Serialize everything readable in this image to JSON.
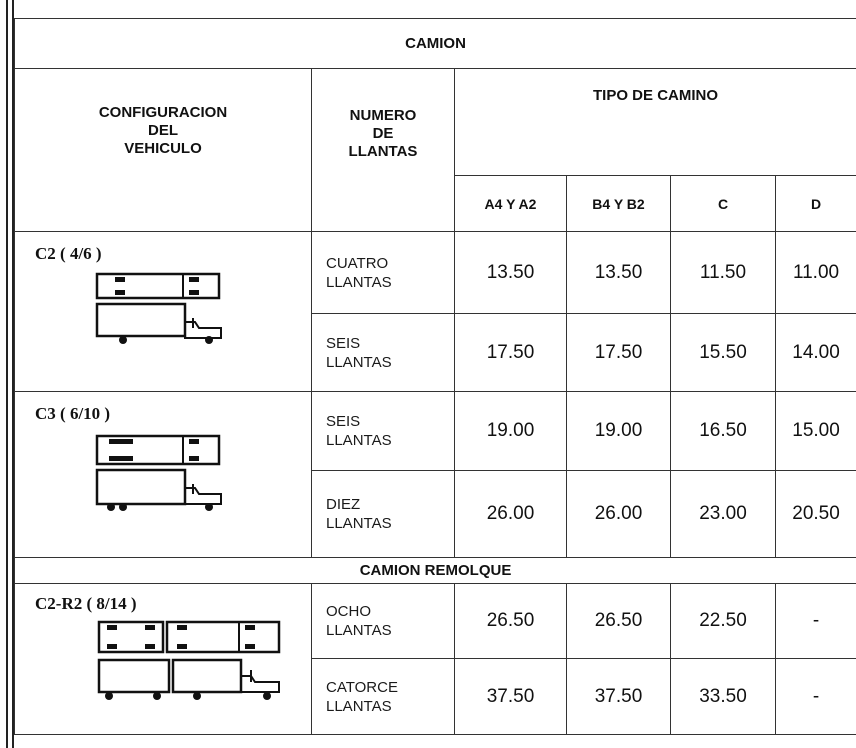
{
  "header": {
    "title": "CAMION",
    "config_col": [
      "CONFIGURACION",
      "DEL",
      "VEHICULO"
    ],
    "llantas_col": [
      "NUMERO",
      "DE",
      "LLANTAS"
    ],
    "tipo_camino": "TIPO DE CAMINO",
    "road_types": [
      "A4 Y A2",
      "B4 Y B2",
      "C",
      "D"
    ]
  },
  "section2_title": "CAMION REMOLQUE",
  "rows": [
    {
      "config": "C2 ( 4/6 )",
      "entries": [
        {
          "llantas": [
            "CUATRO",
            "LLANTAS"
          ],
          "values": [
            "13.50",
            "13.50",
            "11.50",
            "11.00"
          ]
        },
        {
          "llantas": [
            "SEIS",
            "LLANTAS"
          ],
          "values": [
            "17.50",
            "17.50",
            "15.50",
            "14.00"
          ]
        }
      ]
    },
    {
      "config": "C3 ( 6/10 )",
      "entries": [
        {
          "llantas": [
            "SEIS",
            "LLANTAS"
          ],
          "values": [
            "19.00",
            "19.00",
            "16.50",
            "15.00"
          ]
        },
        {
          "llantas": [
            "DIEZ",
            "LLANTAS"
          ],
          "values": [
            "26.00",
            "26.00",
            "23.00",
            "20.50"
          ]
        }
      ]
    },
    {
      "config": "C2-R2 ( 8/14 )",
      "entries": [
        {
          "llantas": [
            "OCHO",
            "LLANTAS"
          ],
          "values": [
            "26.50",
            "26.50",
            "22.50",
            "-"
          ]
        },
        {
          "llantas": [
            "CATORCE",
            "LLANTAS"
          ],
          "values": [
            "37.50",
            "37.50",
            "33.50",
            "-"
          ]
        }
      ]
    }
  ]
}
